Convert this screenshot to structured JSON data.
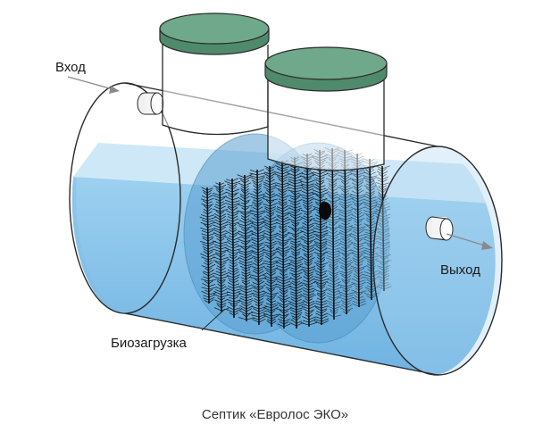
{
  "labels": {
    "inlet": "Вход",
    "outlet": "Выход",
    "bio_load": "Биозагрузка"
  },
  "caption": "Септик «Евролос ЭКО»",
  "colors": {
    "water_front": "#8ec6ec",
    "water_back": "#c4e3f6",
    "water_deep": "#5ea6d6",
    "lid": "#6fa88a",
    "lid_dark": "#4b7d64",
    "outline": "#2a2a2a",
    "arrow": "#8a8a8a",
    "fiber": "#111111"
  },
  "icons": {
    "inlet_pipe": "pipe-nozzle-icon",
    "outlet_pipe": "pipe-nozzle-icon"
  }
}
